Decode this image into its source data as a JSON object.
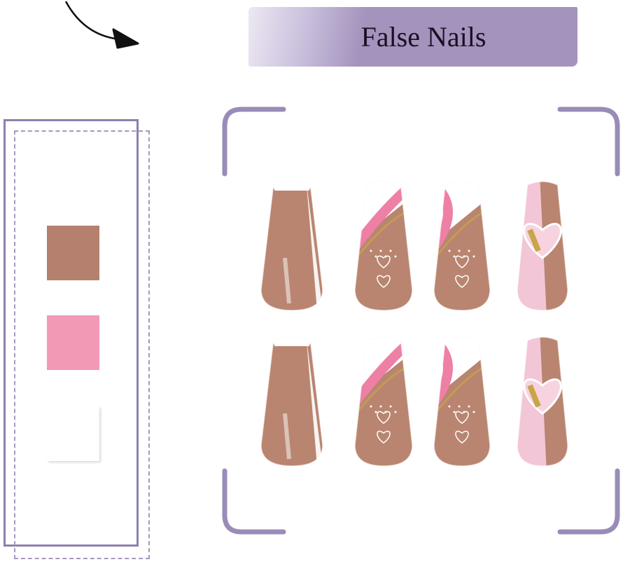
{
  "header": {
    "title": "False Nails"
  },
  "colors": {
    "accent": "#9a8cb8",
    "swatches": [
      {
        "name": "nude-brown",
        "hex": "#b5806d"
      },
      {
        "name": "pink",
        "hex": "#f29ab5"
      },
      {
        "name": "white",
        "hex": "#ffffff"
      }
    ]
  },
  "nails": {
    "rows": 2,
    "designs": [
      "french-tip-nude",
      "pink-swirl-hearts",
      "pink-swirl-hearts-glitter",
      "pink-heart-glitter"
    ]
  },
  "icons": [
    "arrow-icon"
  ]
}
